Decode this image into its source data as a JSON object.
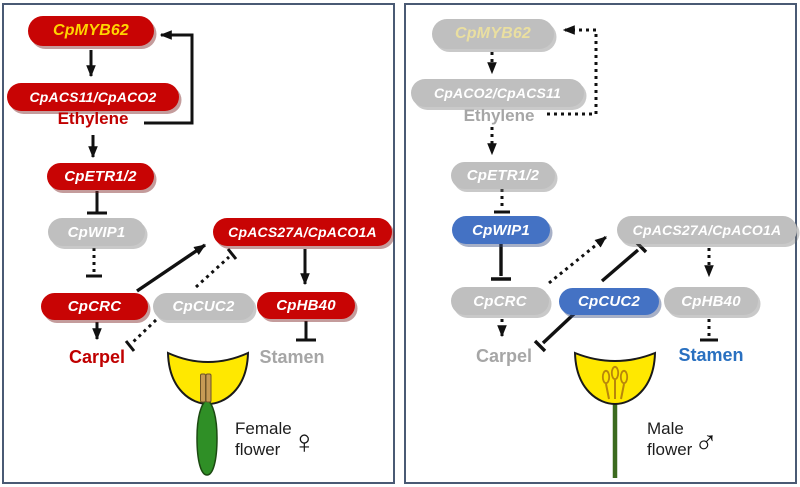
{
  "figure": {
    "description": "Papaya flower sex determination gene pathways"
  },
  "panels": {
    "female": {
      "nodes": {
        "myb62": "CpMYB62",
        "acs11_aco2": "CpACS11/CpACO2",
        "ethylene": "Ethylene",
        "etr12": "CpETR1/2",
        "wip1": "CpWIP1",
        "crc": "CpCRC",
        "cuc2": "CpCUC2",
        "acs27a_aco1a": "CpACS27A/CpACO1A",
        "hb40": "CpHB40",
        "carpel": "Carpel",
        "stamen": "Stamen"
      },
      "caption": "Female flower",
      "gender_symbol": "♀"
    },
    "male": {
      "nodes": {
        "myb62": "CpMYB62",
        "aco2_acs11": "CpACO2/CpACS11",
        "ethylene": "Ethylene",
        "etr12": "CpETR1/2",
        "wip1": "CpWIP1",
        "crc": "CpCRC",
        "cuc2": "CpCUC2",
        "acs27a_aco1a": "CpACS27A/CpACO1A",
        "hb40": "CpHB40",
        "carpel": "Carpel",
        "stamen": "Stamen"
      },
      "caption": "Male flower",
      "gender_symbol": "♂"
    }
  },
  "colors": {
    "active_node_red": "#C80404",
    "inactive_node_gray": "#BFBFBF",
    "repressor_node_blue": "#4472C4",
    "active_text_red": "#C00000",
    "inactive_text_gray": "#A6A6A6",
    "stamen_male_blue": "#2970C0",
    "myb62_text_female": "#FFD400",
    "myb62_text_male": "#EADFA0",
    "panel_border": "#4A5A74",
    "flower_petal_yellow": "#FFE800",
    "ovary_green": "#2F8F26",
    "stem_green": "#3C6B1F",
    "stigma_tan": "#C79A55"
  }
}
